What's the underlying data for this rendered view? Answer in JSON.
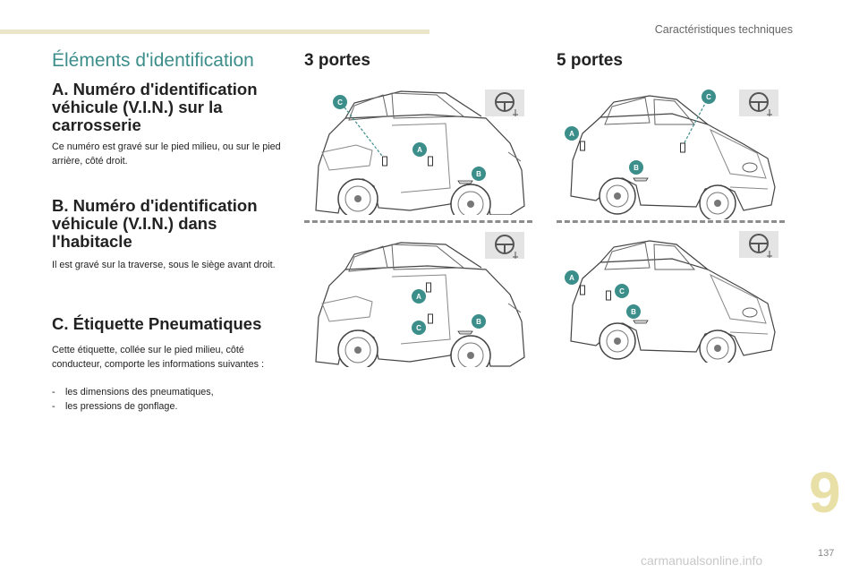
{
  "header": {
    "section": "Caractéristiques techniques"
  },
  "page_title": "Éléments d'identification",
  "sections": [
    {
      "heading": "A. Numéro d'identification\nvéhicule (V.I.N.) sur la\ncarrosserie",
      "body": "Ce numéro est gravé sur le pied milieu, ou sur le pied arrière, côté droit."
    },
    {
      "heading": "B. Numéro d'identification\nvéhicule (V.I.N.) dans\nl'habitacle",
      "body": "Il est gravé sur la traverse, sous le siège avant droit."
    },
    {
      "heading": "C. Étiquette Pneumatiques",
      "body": "Cette étiquette, collée sur le pied milieu, côté conducteur, comporte les informations suivantes :",
      "list": [
        "les dimensions des pneumatiques,",
        "les pressions de gonflage."
      ]
    }
  ],
  "columns": {
    "three_door": {
      "title": "3 portes"
    },
    "five_door": {
      "title": "5 portes"
    }
  },
  "markers": {
    "a": "A",
    "b": "B",
    "c": "C"
  },
  "colors": {
    "accent": "#3c8e8a",
    "chapter": "#e9e0a8",
    "rule": "#ece6c8"
  },
  "chapter_number": "9",
  "page_number": "137",
  "watermark": "carmanualsonline.info"
}
